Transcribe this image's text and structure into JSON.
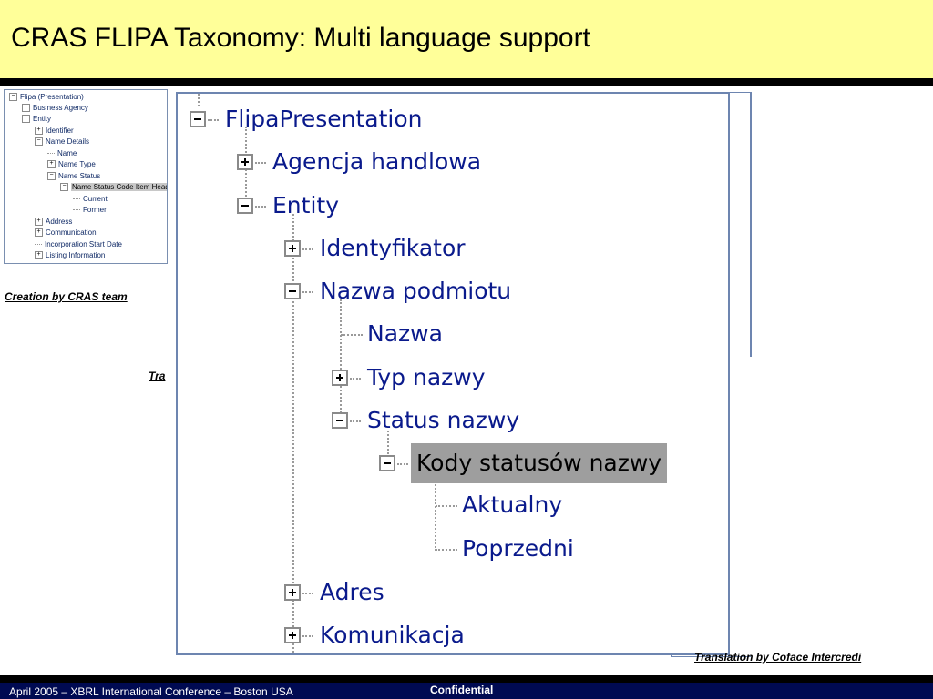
{
  "header": {
    "title": "CRAS FLIPA Taxonomy: Multi language support"
  },
  "small_tree": [
    {
      "label": "Flipa (Presentation)",
      "toggle": "−"
    },
    {
      "label": "Business Agency",
      "toggle": "+"
    },
    {
      "label": "Entity",
      "toggle": "−"
    },
    {
      "label": "Identifier",
      "toggle": "+"
    },
    {
      "label": "Name Details",
      "toggle": "−"
    },
    {
      "label": "Name",
      "toggle": ""
    },
    {
      "label": "Name Type",
      "toggle": "+"
    },
    {
      "label": "Name Status",
      "toggle": "−"
    },
    {
      "label": "Name Status Code Item Head",
      "toggle": "−",
      "selected": true
    },
    {
      "label": "Current",
      "toggle": ""
    },
    {
      "label": "Former",
      "toggle": ""
    },
    {
      "label": "Address",
      "toggle": "+"
    },
    {
      "label": "Communication",
      "toggle": "+"
    },
    {
      "label": "Incorporation Start Date",
      "toggle": ""
    },
    {
      "label": "Listing Information",
      "toggle": "+"
    }
  ],
  "captions": {
    "creation": "Creation by CRAS team",
    "translation_partial": "Tra",
    "translation": "Translation by Coface Intercredi"
  },
  "zoom_tree": [
    {
      "label": "FlipaPresentation",
      "toggle": "minus"
    },
    {
      "label": "Agencja handlowa",
      "toggle": "plus"
    },
    {
      "label": "Entity",
      "toggle": "minus"
    },
    {
      "label": "Identyfikator",
      "toggle": "plus"
    },
    {
      "label": "Nazwa podmiotu",
      "toggle": "minus"
    },
    {
      "label": "Nazwa",
      "toggle": "none"
    },
    {
      "label": "Typ nazwy",
      "toggle": "plus"
    },
    {
      "label": "Status nazwy",
      "toggle": "minus"
    },
    {
      "label": "Kody statusów nazwy",
      "toggle": "minus",
      "selected": true
    },
    {
      "label": "Aktualny",
      "toggle": "none"
    },
    {
      "label": "Poprzedni",
      "toggle": "none"
    },
    {
      "label": "Adres",
      "toggle": "plus"
    },
    {
      "label": "Komunikacja",
      "toggle": "plus"
    }
  ],
  "footer": {
    "left": "April 2005 – XBRL International Conference – Boston USA",
    "center": "Confidential"
  },
  "colors": {
    "header_bg": "#ffff99",
    "footer_bg": "#000a52",
    "tree_text": "#0a1a8c",
    "selection": "#9e9e9e"
  }
}
